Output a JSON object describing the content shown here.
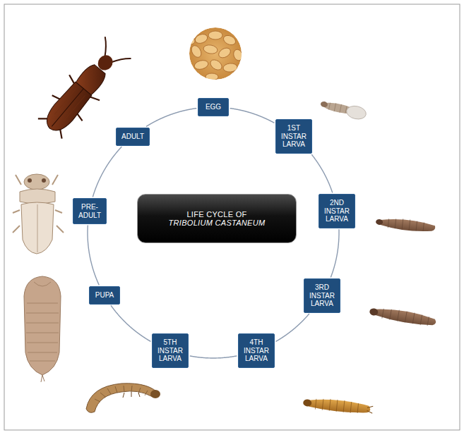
{
  "diagram": {
    "nodes": [
      {
        "text": [
          "EGG"
        ]
      },
      {
        "text": [
          "1ST INSTAR LARVA"
        ]
      },
      {
        "text": [
          "2ND INSTAR LARVA"
        ]
      },
      {
        "text": [
          "3RD INSTAR LARVA"
        ]
      },
      {
        "text": [
          "4TH INSTAR LARVA"
        ]
      },
      {
        "text": [
          "5TH INSTAR LARVA"
        ]
      },
      {
        "text": [
          "PUPA"
        ]
      },
      {
        "text": [
          "PRE-ADULT"
        ]
      },
      {
        "text": [
          "ADULT"
        ]
      },
      {
        "text": [
          "LIFE CYCLE OF",
          "TRIBOLIUM CASTANEUM"
        ]
      }
    ],
    "edges": [
      {
        "from": 0,
        "to": 1,
        "arrow": "none"
      },
      {
        "from": 1,
        "to": 2,
        "arrow": "none"
      },
      {
        "from": 2,
        "to": 3,
        "arrow": "none"
      },
      {
        "from": 3,
        "to": 4,
        "arrow": "none"
      },
      {
        "from": 4,
        "to": 5,
        "arrow": "none"
      },
      {
        "from": 5,
        "to": 6,
        "arrow": "none"
      },
      {
        "from": 6,
        "to": 7,
        "arrow": "none"
      },
      {
        "from": 7,
        "to": 8,
        "arrow": "none"
      },
      {
        "from": 8,
        "to": 0,
        "arrow": "none"
      }
    ]
  }
}
